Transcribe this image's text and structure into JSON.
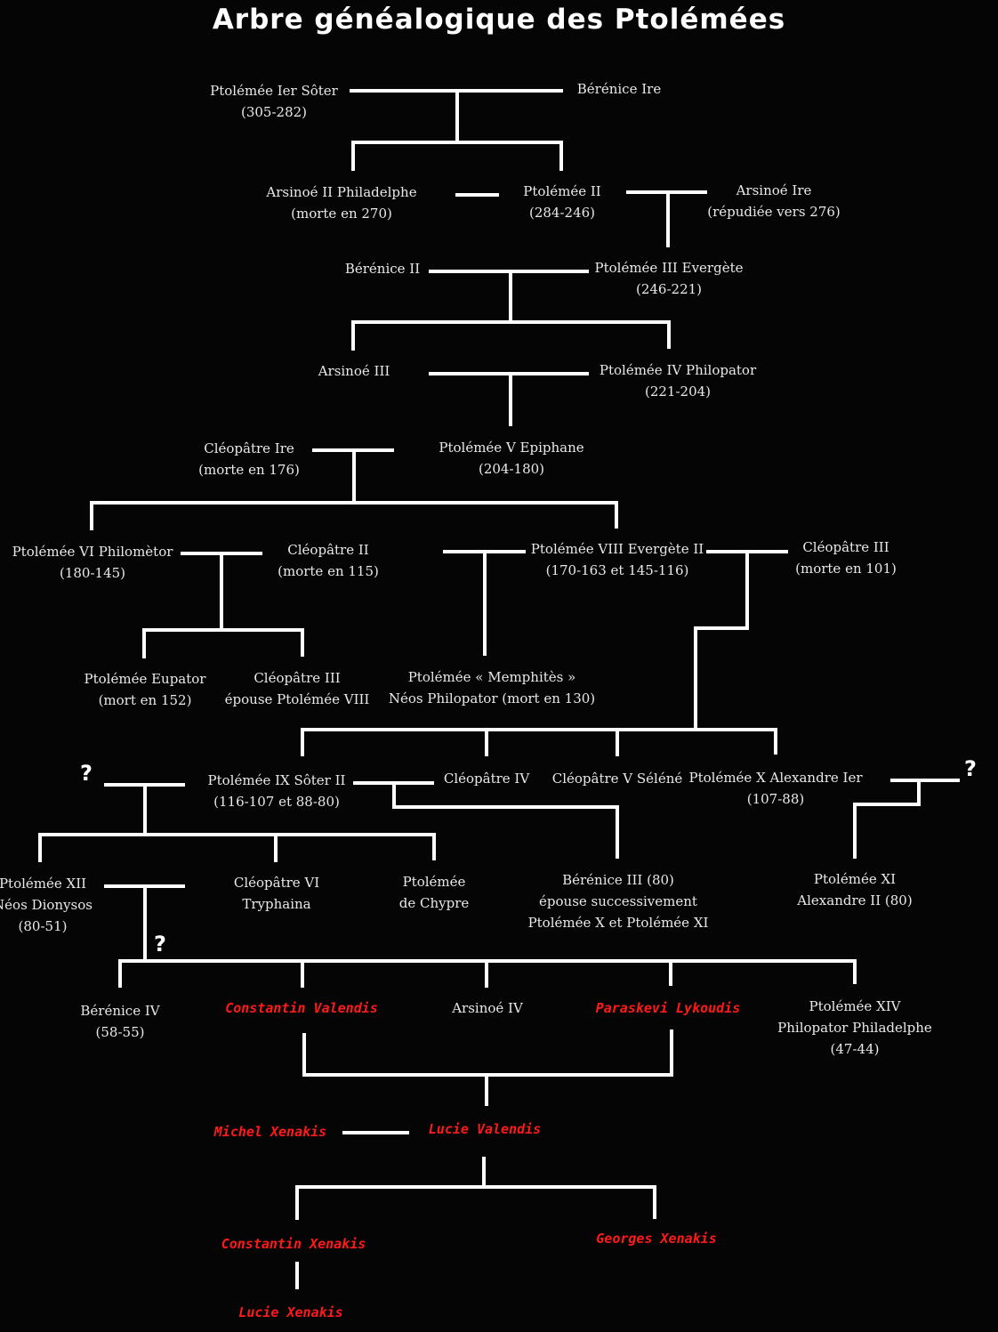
{
  "title": "Arbre généalogique des Ptolémées",
  "colors": {
    "background": "#050505",
    "text": "#e9e9e9",
    "lines": "#ffffff",
    "descendants": "#ff1a1a"
  },
  "question_mark": "?",
  "persons": {
    "ptolemee1": {
      "name": "Ptolémée Ier Sôter",
      "detail": "(305-282)"
    },
    "berenice1": {
      "name": "Bérénice Ire"
    },
    "arsinoe2": {
      "name": "Arsinoé II Philadelphe",
      "detail": "(morte en 270)"
    },
    "ptolemee2": {
      "name": "Ptolémée II",
      "detail": "(284-246)"
    },
    "arsinoe1": {
      "name": "Arsinoé Ire",
      "detail": "(répudiée vers 276)"
    },
    "berenice2": {
      "name": "Bérénice II"
    },
    "ptolemee3": {
      "name": "Ptolémée III Evergète",
      "detail": "(246-221)"
    },
    "arsinoe3": {
      "name": "Arsinoé III"
    },
    "ptolemee4": {
      "name": "Ptolémée IV Philopator",
      "detail": "(221-204)"
    },
    "cleopatre1": {
      "name": "Cléopâtre Ire",
      "detail": "(morte en 176)"
    },
    "ptolemee5": {
      "name": "Ptolémée V Epiphane",
      "detail": "(204-180)"
    },
    "ptolemee6": {
      "name": "Ptolémée VI Philomètor",
      "detail": "(180-145)"
    },
    "cleopatre2": {
      "name": "Cléopâtre II",
      "detail": "(morte en 115)"
    },
    "ptolemee8": {
      "name": "Ptolémée VIII Evergète II",
      "detail": "(170-163 et 145-116)"
    },
    "cleopatre3_top": {
      "name": "Cléopâtre III",
      "detail": "(morte en 101)"
    },
    "ptolemee_eupator": {
      "name": "Ptolémée Eupator",
      "detail": "(mort en 152)"
    },
    "cleopatre3_mid": {
      "name": "Cléopâtre III",
      "detail": "épouse Ptolémée VIII"
    },
    "ptolemee_memphites": {
      "name": "Ptolémée « Memphitès »",
      "detail": "Néos Philopator (mort en 130)"
    },
    "ptolemee9": {
      "name": "Ptolémée IX Sôter II",
      "detail": "(116-107 et  88-80)"
    },
    "cleopatre4": {
      "name": "Cléopâtre IV"
    },
    "cleopatre5": {
      "name": "Cléopâtre V Séléné"
    },
    "ptolemee10": {
      "name": "Ptolémée X Alexandre Ier",
      "detail": "(107-88)"
    },
    "ptolemee12": {
      "name": "Ptolémée XII",
      "detail": "Néos Dionysos",
      "extra": "(80-51)"
    },
    "cleopatre6": {
      "name": "Cléopâtre VI",
      "detail": "Tryphaina"
    },
    "ptolemee_chypre": {
      "name": "Ptolémée",
      "detail": "de Chypre"
    },
    "berenice3": {
      "name": "Bérénice III (80)",
      "detail": "épouse successivement",
      "extra": "Ptolémée X et Ptolémée XI"
    },
    "ptolemee11": {
      "name": "Ptolémée XI",
      "detail": "Alexandre II (80)"
    },
    "berenice4": {
      "name": "Bérénice IV",
      "detail": "(58-55)"
    },
    "constantin_valendis": {
      "name": "Constantin Valendis"
    },
    "arsinoe4": {
      "name": "Arsinoé IV"
    },
    "paraskevi": {
      "name": "Paraskevi Lykoudis"
    },
    "ptolemee14": {
      "name": "Ptolémée XIV",
      "detail": "Philopator Philadelphe",
      "extra": "(47-44)"
    },
    "michel": {
      "name": "Michel Xenakis"
    },
    "lucie_valendis": {
      "name": "Lucie Valendis"
    },
    "constantin_xenakis": {
      "name": "Constantin Xenakis"
    },
    "georges": {
      "name": "Georges Xenakis"
    },
    "lucie_xenakis": {
      "name": "Lucie Xenakis"
    }
  }
}
